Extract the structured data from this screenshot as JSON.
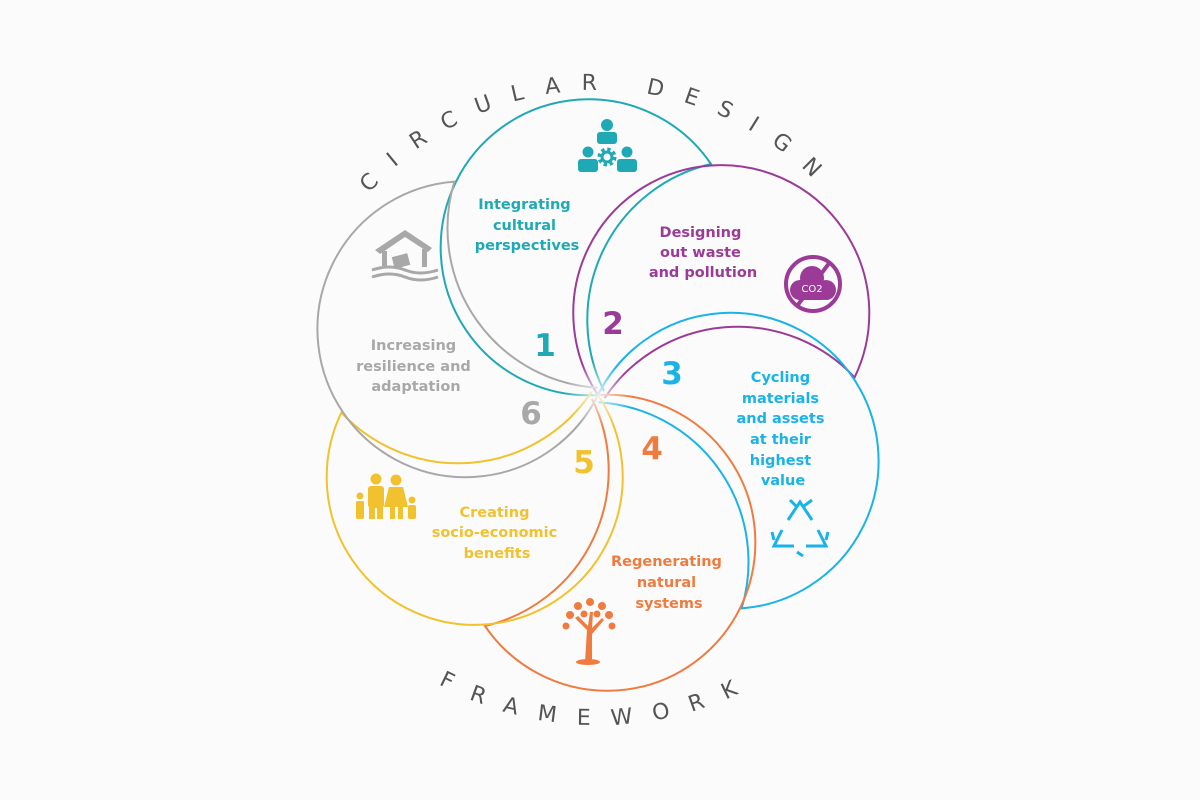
{
  "title_top": "CIRCULAR DESIGN",
  "title_bottom": "FRAMEWORK",
  "petals": [
    {
      "number": "1",
      "color": "#1fa9b5",
      "icon": "people-gear-icon",
      "lines": [
        "Integrating",
        "cultural",
        "perspectives"
      ]
    },
    {
      "number": "2",
      "color": "#9b3b97",
      "icon": "no-co2-icon",
      "icon_text": "CO2",
      "lines": [
        "Designing",
        "out waste",
        "and pollution"
      ]
    },
    {
      "number": "3",
      "color": "#1ab3e8",
      "icon": "recycle-icon",
      "lines": [
        "Cycling",
        "materials",
        "and assets",
        "at their",
        "highest",
        "value"
      ]
    },
    {
      "number": "4",
      "color": "#f07b3f",
      "icon": "tree-icon",
      "lines": [
        "Regenerating",
        "natural",
        "systems"
      ]
    },
    {
      "number": "5",
      "color": "#f2c12e",
      "icon": "family-icon",
      "lines": [
        "Creating",
        "socio-economic",
        "benefits"
      ]
    },
    {
      "number": "6",
      "color": "#a8a8a8",
      "icon": "flooded-house-icon",
      "lines": [
        "Increasing",
        "resilience and",
        "adaptation"
      ]
    }
  ]
}
